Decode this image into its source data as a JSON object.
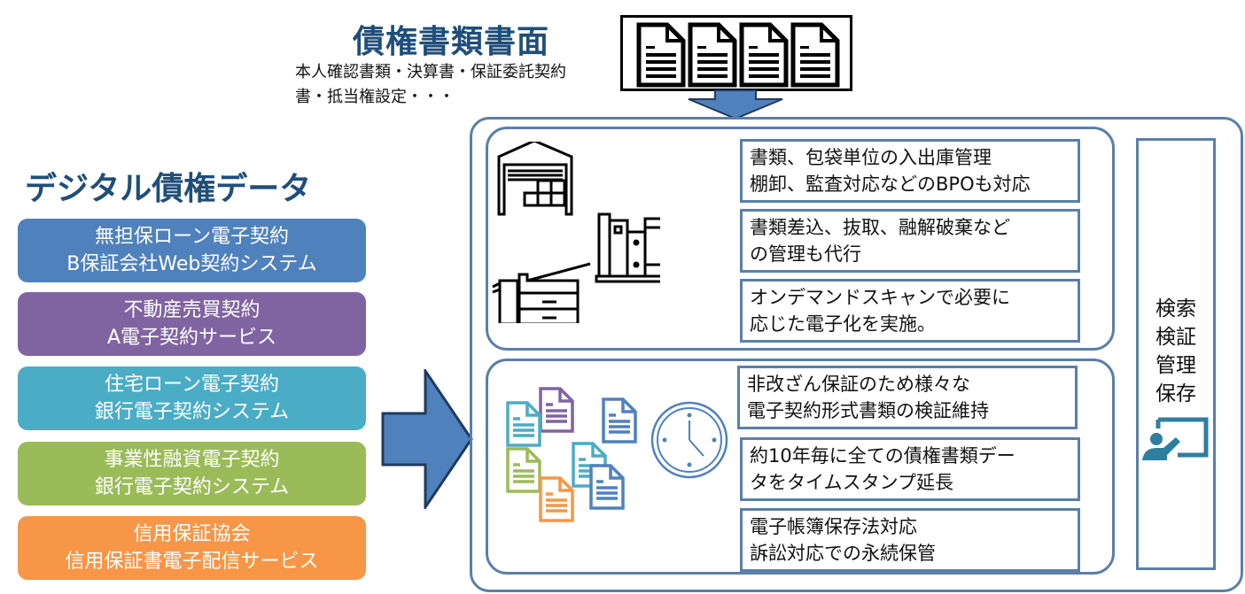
{
  "paper_section": {
    "title": "債権書類書面",
    "description_lines": [
      "本人確認書類・決算書・保証委託契約",
      "書・抵当権設定・・・"
    ],
    "icons": [
      "document-icon",
      "document-icon",
      "document-icon",
      "document-icon"
    ]
  },
  "digital_section": {
    "title": "デジタル債権データ",
    "sources": [
      {
        "line1": "無担保ローン電子契約",
        "line2": "B保証会社Web契約システム",
        "color": "#4f81bd"
      },
      {
        "line1": "不動産売買契約",
        "line2": "A電子契約サービス",
        "color": "#8064a2"
      },
      {
        "line1": "住宅ローン電子契約",
        "line2": "銀行電子契約システム",
        "color": "#4bacc6"
      },
      {
        "line1": "事業性融資電子契約",
        "line2": "銀行電子契約システム",
        "color": "#9bbb59"
      },
      {
        "line1": "信用保証協会",
        "line2": "信用保証書電子配信サービス",
        "color": "#f79646"
      }
    ]
  },
  "physical_panel": {
    "icons": [
      "warehouse-icon",
      "binders-icon",
      "copier-icon"
    ],
    "features": [
      {
        "line1": "書類、包袋単位の入出庫管理",
        "line2": "棚卸、監査対応などのBPOも対応"
      },
      {
        "line1": "書類差込、抜取、融解破棄など",
        "line2": "の管理も代行"
      },
      {
        "line1": "オンデマンドスキャンで必要に",
        "line2": "応じた電子化を実施。"
      }
    ]
  },
  "digital_panel": {
    "icons": [
      "documents-cluster-icon",
      "clock-icon"
    ],
    "features": [
      {
        "line1": "非改ざん保証のため様々な",
        "line2": "電子契約形式書類の検証維持"
      },
      {
        "line1": "約10年毎に全ての債権書類デー",
        "line2": "タをタイムスタンプ延長"
      },
      {
        "line1": "電子帳簿保存法対応",
        "line2": "訴訟対応での永続保管"
      }
    ]
  },
  "side_panel": {
    "lines": [
      "検索",
      "検証",
      "管理",
      "保存"
    ],
    "icon": "presenter-icon"
  },
  "colors": {
    "title_blue": "#1f4e79",
    "frame_blue": "#5a7fa8",
    "arrow_blue": "#4f81bd",
    "presenter_teal": "#2e7f9f"
  }
}
